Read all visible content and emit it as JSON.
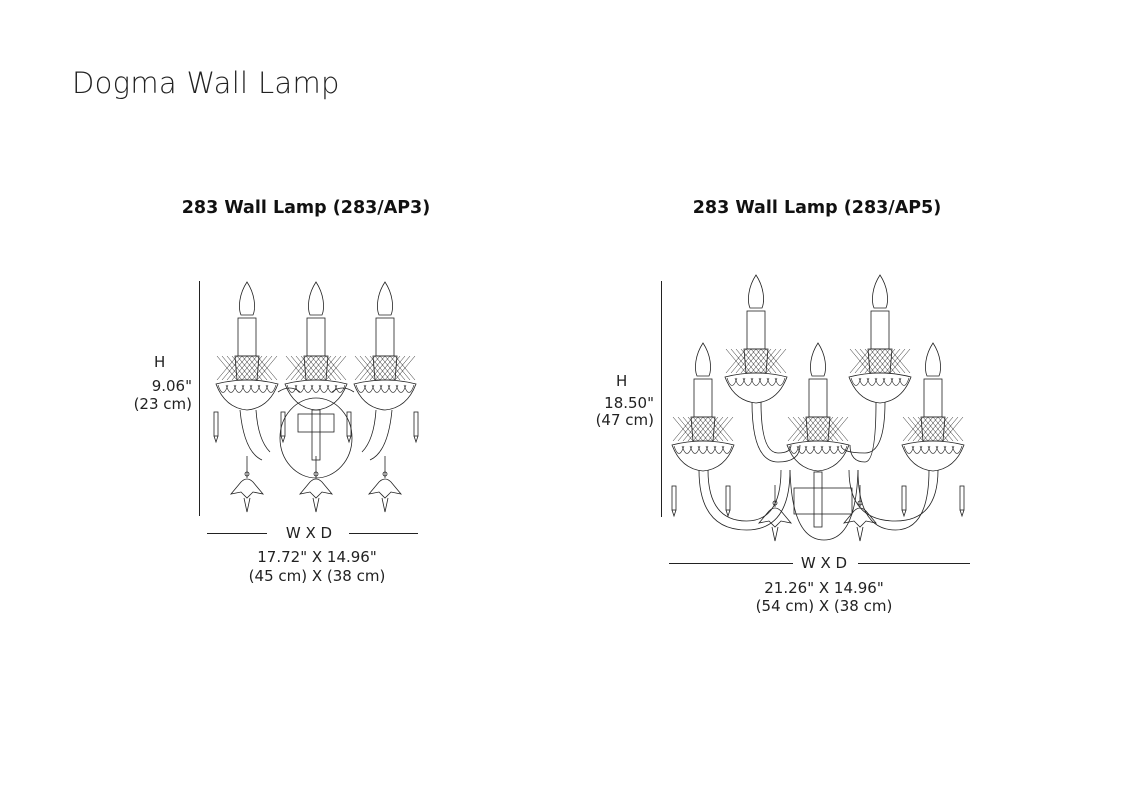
{
  "title": "Dogma Wall Lamp",
  "products": [
    {
      "heading": "283 Wall Lamp (283/AP3)",
      "height_label": "H",
      "height_in": "9.06\"",
      "height_cm": "(23 cm)",
      "wxd_label": "W X D",
      "dims_in": "17.72\" X 14.96\"",
      "dims_cm": "(45 cm) X (38 cm)"
    },
    {
      "heading": "283 Wall Lamp (283/AP5)",
      "height_label": "H",
      "height_in": "18.50\"",
      "height_cm": "(47 cm)",
      "wxd_label": "W X D",
      "dims_in": "21.26\" X 14.96\"",
      "dims_cm": "(54 cm) X (38 cm)"
    }
  ],
  "colors": {
    "ink": "#222222",
    "background": "#ffffff"
  }
}
